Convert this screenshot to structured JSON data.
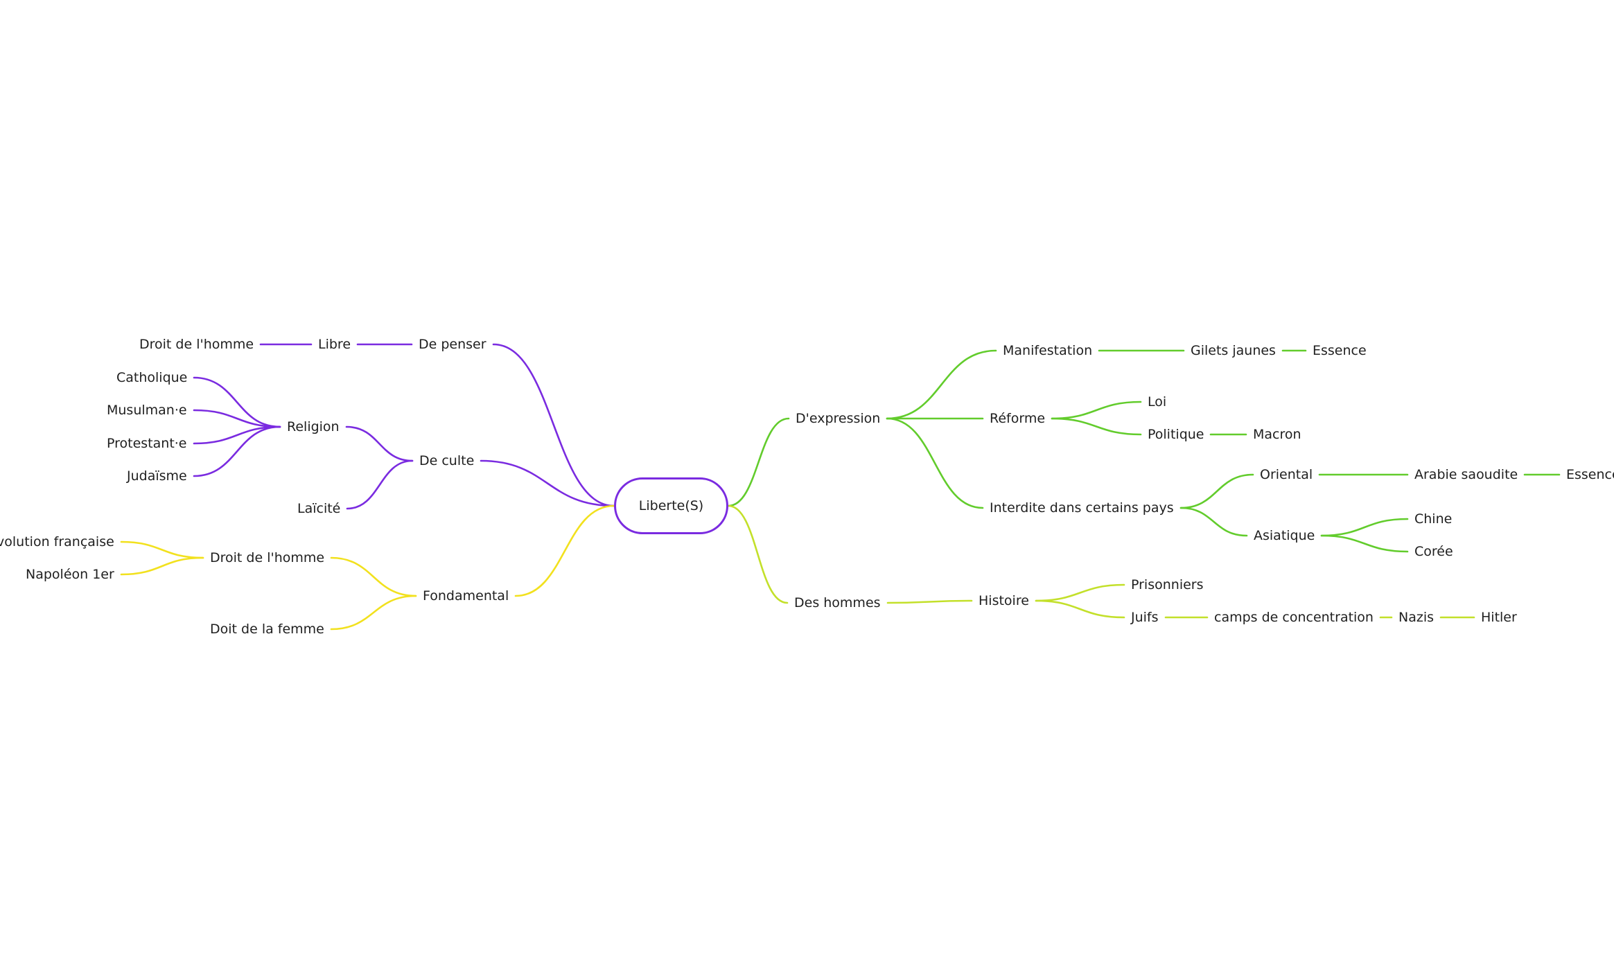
{
  "colors": {
    "purple": "#7a2be0",
    "yellow": "#f2e11e",
    "green": "#62cc2c",
    "lime": "#c3e02a"
  },
  "root": {
    "label": "Liberte(S)"
  },
  "nodes": [
    {
      "id": "de-penser",
      "label": "De penser",
      "parent": "root",
      "branch": "purple"
    },
    {
      "id": "libre",
      "label": "Libre",
      "parent": "de-penser",
      "branch": "purple"
    },
    {
      "id": "droit-homme-libre",
      "label": "Droit de l'homme",
      "parent": "libre",
      "branch": "purple"
    },
    {
      "id": "de-culte",
      "label": "De culte",
      "parent": "root",
      "branch": "purple"
    },
    {
      "id": "religion",
      "label": "Religion",
      "parent": "de-culte",
      "branch": "purple"
    },
    {
      "id": "catholique",
      "label": "Catholique",
      "parent": "religion",
      "branch": "purple"
    },
    {
      "id": "musulman",
      "label": "Musulman·e",
      "parent": "religion",
      "branch": "purple"
    },
    {
      "id": "protestant",
      "label": "Protestant·e",
      "parent": "religion",
      "branch": "purple"
    },
    {
      "id": "judaisme",
      "label": "Judaïsme",
      "parent": "religion",
      "branch": "purple"
    },
    {
      "id": "laicite",
      "label": "Laïcité",
      "parent": "de-culte",
      "branch": "purple"
    },
    {
      "id": "fondamental",
      "label": "Fondamental",
      "parent": "root",
      "branch": "yellow"
    },
    {
      "id": "droit-homme-fond",
      "label": "Droit de l'homme",
      "parent": "fondamental",
      "branch": "yellow"
    },
    {
      "id": "revolution",
      "label": "Révolution française",
      "parent": "droit-homme-fond",
      "branch": "yellow"
    },
    {
      "id": "napoleon",
      "label": "Napoléon 1er",
      "parent": "droit-homme-fond",
      "branch": "yellow"
    },
    {
      "id": "doit-femme",
      "label": "Doit de la femme",
      "parent": "fondamental",
      "branch": "yellow"
    },
    {
      "id": "dexpression",
      "label": "D'expression",
      "parent": "root",
      "branch": "green"
    },
    {
      "id": "manifestation",
      "label": "Manifestation",
      "parent": "dexpression",
      "branch": "green"
    },
    {
      "id": "gilets-jaunes",
      "label": "Gilets jaunes",
      "parent": "manifestation",
      "branch": "green"
    },
    {
      "id": "essence-1",
      "label": "Essence",
      "parent": "gilets-jaunes",
      "branch": "green"
    },
    {
      "id": "reforme",
      "label": "Réforme",
      "parent": "dexpression",
      "branch": "green"
    },
    {
      "id": "loi",
      "label": "Loi",
      "parent": "reforme",
      "branch": "green"
    },
    {
      "id": "politique",
      "label": "Politique",
      "parent": "reforme",
      "branch": "green"
    },
    {
      "id": "macron",
      "label": "Macron",
      "parent": "politique",
      "branch": "green"
    },
    {
      "id": "interdite",
      "label": "Interdite dans certains pays",
      "parent": "dexpression",
      "branch": "green"
    },
    {
      "id": "oriental",
      "label": "Oriental",
      "parent": "interdite",
      "branch": "green"
    },
    {
      "id": "arabie",
      "label": "Arabie saoudite",
      "parent": "oriental",
      "branch": "green"
    },
    {
      "id": "essence-2",
      "label": "Essence",
      "parent": "arabie",
      "branch": "green"
    },
    {
      "id": "asiatique",
      "label": "Asiatique",
      "parent": "interdite",
      "branch": "green"
    },
    {
      "id": "chine",
      "label": "Chine",
      "parent": "asiatique",
      "branch": "green"
    },
    {
      "id": "coree",
      "label": "Corée",
      "parent": "asiatique",
      "branch": "green"
    },
    {
      "id": "des-hommes",
      "label": "Des hommes",
      "parent": "root",
      "branch": "lime"
    },
    {
      "id": "histoire",
      "label": "Histoire",
      "parent": "des-hommes",
      "branch": "lime"
    },
    {
      "id": "prisonniers",
      "label": "Prisonniers",
      "parent": "histoire",
      "branch": "lime"
    },
    {
      "id": "juifs",
      "label": "Juifs",
      "parent": "histoire",
      "branch": "lime"
    },
    {
      "id": "camps",
      "label": "camps de concentration",
      "parent": "juifs",
      "branch": "lime"
    },
    {
      "id": "nazis",
      "label": "Nazis",
      "parent": "camps",
      "branch": "lime"
    },
    {
      "id": "hitler",
      "label": "Hitler",
      "parent": "nazis",
      "branch": "lime"
    }
  ]
}
